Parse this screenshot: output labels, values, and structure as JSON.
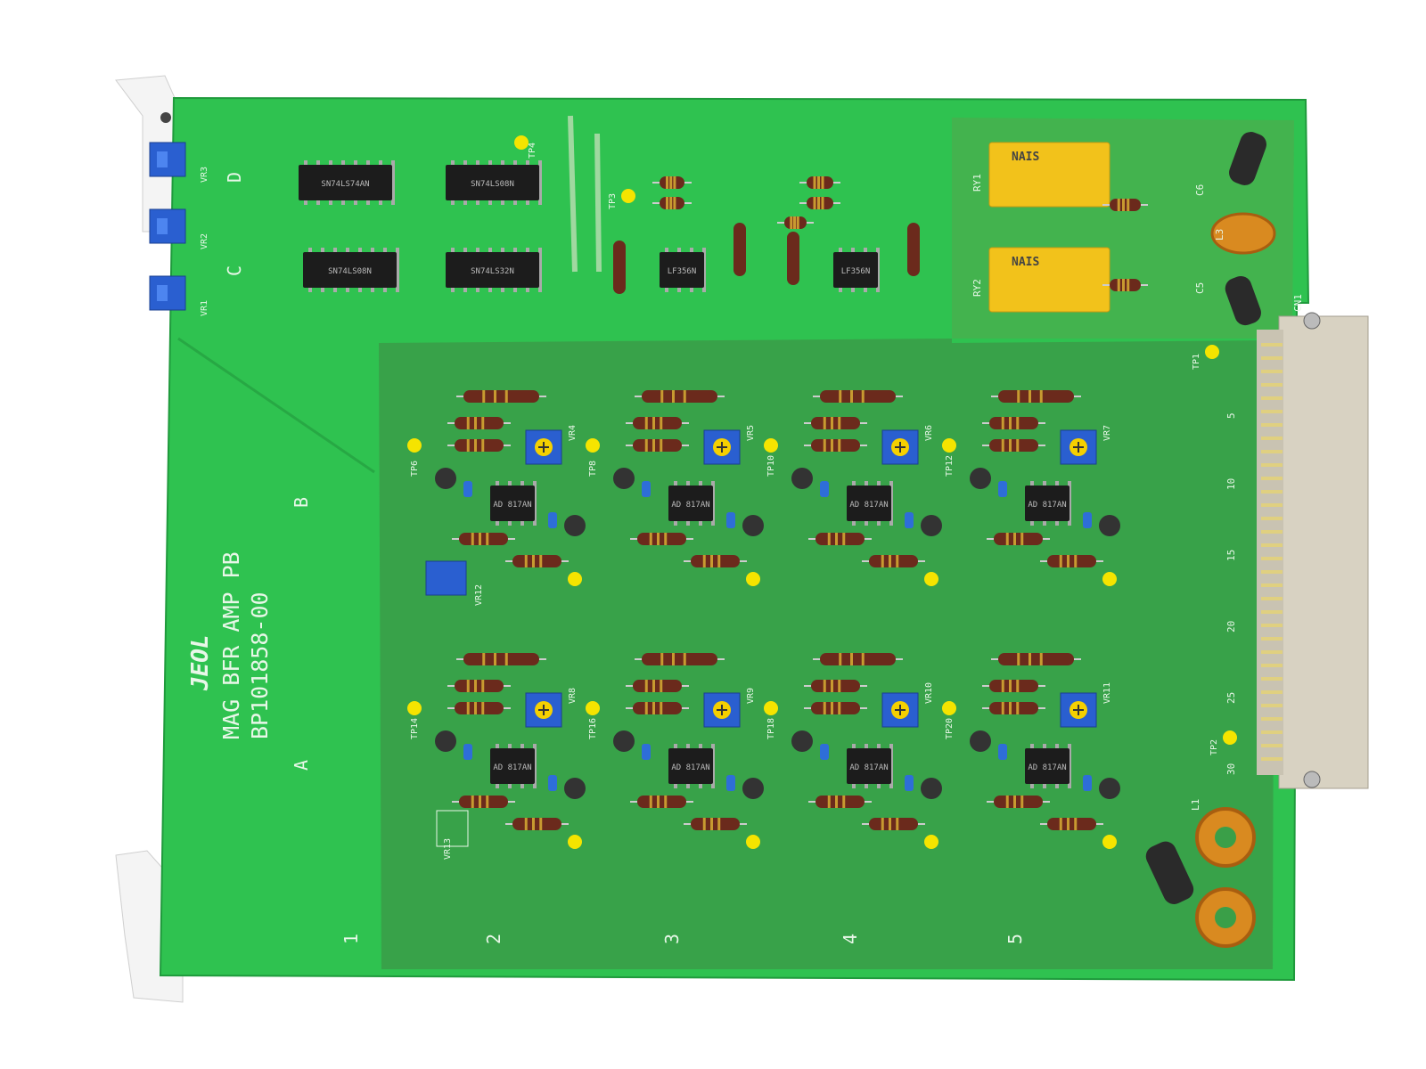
{
  "board": {
    "brand": "JEOL",
    "title": "MAG BFR AMP PB",
    "part_number": "BP101858-00",
    "colors": {
      "pcb": "#2fc250",
      "panel": "#3a9f48",
      "ic": "#1c1c1c",
      "relay": "#f2c21b",
      "resistor": "#6b2a1c",
      "trimmer": "#2a5fd0"
    }
  },
  "columns": [
    "1",
    "2",
    "3",
    "4",
    "5"
  ],
  "rows": [
    "A",
    "B",
    "C",
    "D"
  ],
  "relays": [
    {
      "ref": "RY1",
      "brand": "NAIS"
    },
    {
      "ref": "RY2",
      "brand": "NAIS"
    }
  ],
  "connector": {
    "ref": "CN1",
    "pins": [
      "5",
      "10",
      "15",
      "20",
      "25",
      "30"
    ]
  },
  "trimmers_left": [
    "VR3",
    "VR2",
    "VR1"
  ],
  "logic_ics": [
    "SN74LS74AN",
    "SN74LS08N",
    "SN74LS08N",
    "SN74LS32N"
  ],
  "op_amps_top": [
    "LF356N",
    "LF356N"
  ],
  "amp_channels": [
    {
      "trimmer": "VR4",
      "tp": "TP6",
      "chip": "AD 817AN"
    },
    {
      "trimmer": "VR5",
      "tp": "TP8",
      "chip": "AD 817AN"
    },
    {
      "trimmer": "VR6",
      "tp": "TP10",
      "chip": "AD 817AN"
    },
    {
      "trimmer": "VR7",
      "tp": "TP12",
      "chip": "AD 817AN"
    },
    {
      "trimmer": "VR8",
      "tp": "TP14",
      "chip": "AD 817AN"
    },
    {
      "trimmer": "VR9",
      "tp": "TP16",
      "chip": "AD 817AN"
    },
    {
      "trimmer": "VR10",
      "tp": "TP18",
      "chip": "AD 817AN"
    },
    {
      "trimmer": "VR11",
      "tp": "TP20",
      "chip": "AD 817AN"
    }
  ],
  "misc_labels": [
    "VR12",
    "VR13",
    "TP1",
    "TP2",
    "TP3",
    "TP4",
    "L3",
    "L1",
    "C6",
    "C5"
  ]
}
